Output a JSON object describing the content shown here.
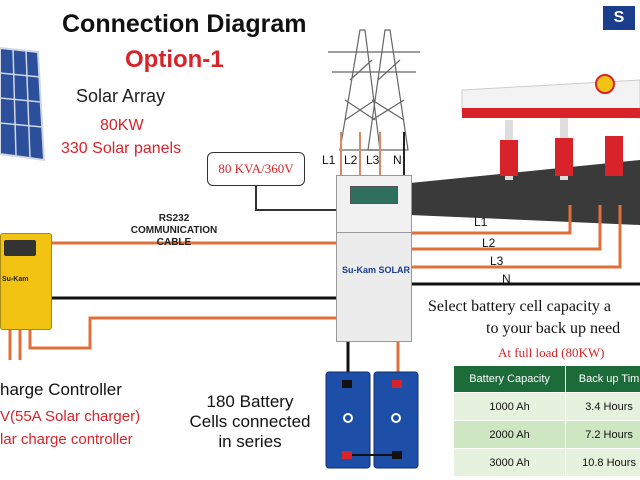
{
  "header": {
    "title": "Connection Diagram",
    "option": "Option-1",
    "brand_mark": "S"
  },
  "solar_array": {
    "label": "Solar Array",
    "power": "80KW",
    "panels": "330 Solar panels"
  },
  "grid": {
    "rating": "80 KVA/360V",
    "phases_top": [
      "L1",
      "L2",
      "L3",
      "N"
    ],
    "phases_out": [
      "L1",
      "L2",
      "L3",
      "N"
    ]
  },
  "communication": {
    "label_lines": [
      "RS232",
      "COMMUNICATION",
      "CABLE"
    ]
  },
  "inverter": {
    "logo": "Su-Kam SOLAR"
  },
  "charge_controller": {
    "logo": "Su-Kam",
    "title": "harge Controller",
    "line1": "V(55A Solar charger)",
    "line2": "lar charge controller"
  },
  "battery": {
    "lines": [
      "180 Battery",
      "Cells connected",
      "in series"
    ]
  },
  "backup": {
    "select_line1": "Select battery cell capacity a",
    "select_line2": "to your back up need",
    "full_load": "At full load (80KW)",
    "table": {
      "headers": [
        "Battery Capacity",
        "Back up Tim"
      ],
      "rows": [
        [
          "1000 Ah",
          "3.4 Hours"
        ],
        [
          "2000 Ah",
          "7.2 Hours"
        ],
        [
          "3000 Ah",
          "10.8 Hours"
        ]
      ]
    }
  },
  "colors": {
    "accent_red": "#d8232a",
    "cable_orange": "#e0703a",
    "table_header": "#1e6b3a",
    "table_row": "#cfe6c3",
    "brand_blue": "#1a3e8c",
    "controller_yellow": "#f2c313"
  }
}
